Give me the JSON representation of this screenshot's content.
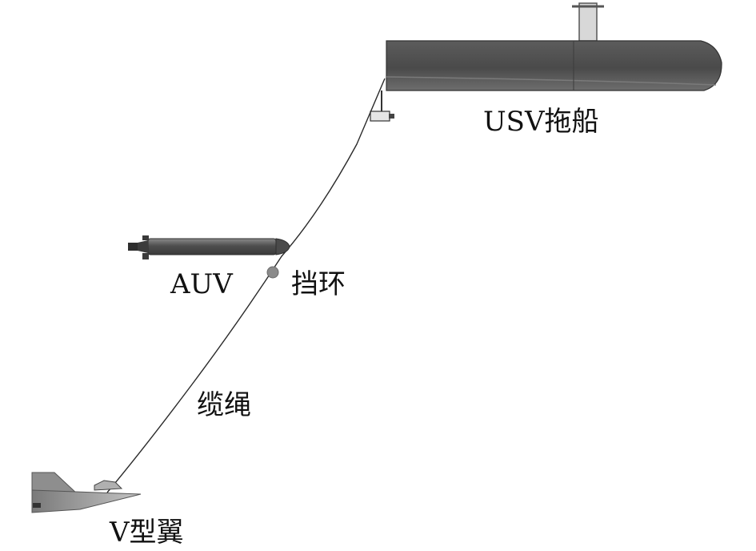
{
  "labels": {
    "usv": "USV拖船",
    "auv": "AUV",
    "stopper_ring": "挡环",
    "cable": "缆绳",
    "v_wing": "V型翼"
  },
  "colors": {
    "hull_dark": "#4a4a4a",
    "hull_mid": "#6a6a6a",
    "hull_light": "#8c8c8c",
    "auv_body": "#5a5a5a",
    "stopper_ring": "#8a8a8a",
    "cable": "#2a2a2a",
    "wing": "#9a9a9a"
  }
}
